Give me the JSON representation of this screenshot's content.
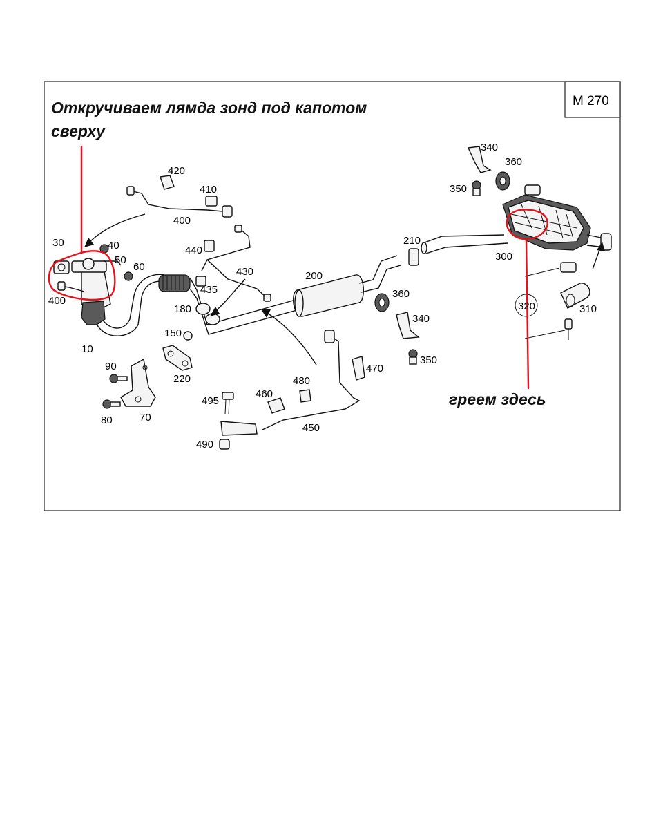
{
  "header": {
    "model_code": "M 270"
  },
  "annotations": {
    "top_note_line1": "Откручиваем лямда зонд под капотом",
    "top_note_line2": "сверху",
    "bottom_note": "греем здесь",
    "highlight_color": "#e8101a"
  },
  "part_labels": [
    {
      "id": "p420",
      "text": "420"
    },
    {
      "id": "p410",
      "text": "410"
    },
    {
      "id": "p400a",
      "text": "400"
    },
    {
      "id": "p30",
      "text": "30"
    },
    {
      "id": "p40",
      "text": "40"
    },
    {
      "id": "p50",
      "text": "50"
    },
    {
      "id": "p60",
      "text": "60"
    },
    {
      "id": "p400b",
      "text": "400"
    },
    {
      "id": "p10",
      "text": "10"
    },
    {
      "id": "p440",
      "text": "440"
    },
    {
      "id": "p430",
      "text": "430"
    },
    {
      "id": "p435",
      "text": "435"
    },
    {
      "id": "p180",
      "text": "180"
    },
    {
      "id": "p150",
      "text": "150"
    },
    {
      "id": "p220",
      "text": "220"
    },
    {
      "id": "p90",
      "text": "90"
    },
    {
      "id": "p80",
      "text": "80"
    },
    {
      "id": "p70",
      "text": "70"
    },
    {
      "id": "p200",
      "text": "200"
    },
    {
      "id": "p210",
      "text": "210"
    },
    {
      "id": "p360a",
      "text": "360"
    },
    {
      "id": "p340a",
      "text": "340"
    },
    {
      "id": "p350a",
      "text": "350"
    },
    {
      "id": "p470",
      "text": "470"
    },
    {
      "id": "p480",
      "text": "480"
    },
    {
      "id": "p460",
      "text": "460"
    },
    {
      "id": "p495",
      "text": "495"
    },
    {
      "id": "p450",
      "text": "450"
    },
    {
      "id": "p490",
      "text": "490"
    },
    {
      "id": "p340b",
      "text": "340"
    },
    {
      "id": "p360b",
      "text": "360"
    },
    {
      "id": "p350b",
      "text": "350"
    },
    {
      "id": "p300",
      "text": "300"
    },
    {
      "id": "p320",
      "text": "320"
    },
    {
      "id": "p310",
      "text": "310"
    }
  ]
}
